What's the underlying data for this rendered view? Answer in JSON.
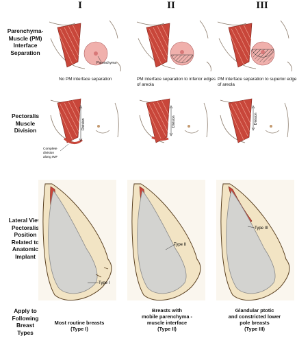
{
  "columns": [
    "I",
    "II",
    "III"
  ],
  "row_labels": {
    "interface": [
      "Parenchyma-",
      "Muscle (PM)",
      "Interface",
      "Separation"
    ],
    "division": [
      "Pectoralis",
      "Muscle",
      "Division"
    ],
    "lateral": [
      "Lateral View",
      "Pectoralis",
      "Position",
      "Related to",
      "Anatomic",
      "Implant"
    ],
    "apply": [
      "Apply to",
      "Following",
      "Breast",
      "Types"
    ]
  },
  "captions": {
    "c1": [
      "No PM interface separation"
    ],
    "c2": [
      "PM interface separation to inferior edges",
      "of areola"
    ],
    "c3": [
      "PM interface separation to superior edge",
      "of areola"
    ]
  },
  "annotations": {
    "parenchyma": "Parenchyma",
    "division": "Division",
    "complete_division": [
      "Complete",
      "division",
      "along IMF"
    ],
    "type1": "Type I",
    "type2": "Type II",
    "type3": "Type III"
  },
  "breast_types": {
    "t1": [
      "Most routine breasts",
      "(Type I)"
    ],
    "t2": [
      "Breasts with",
      "mobile parenchyma -",
      "muscle interface",
      "(Type II)"
    ],
    "t3": [
      "Glandular ptotic",
      "and constricted lower",
      "pole breasts",
      "(Type III)"
    ]
  },
  "colors": {
    "muscle": "#c8463a",
    "muscle_light": "#e07a68",
    "areola": "#f0b0ac",
    "implant": "#d3d3d0",
    "fat": "#f2e4c4",
    "outline": "#5a4020",
    "panel_bg": "#faf6ee"
  }
}
